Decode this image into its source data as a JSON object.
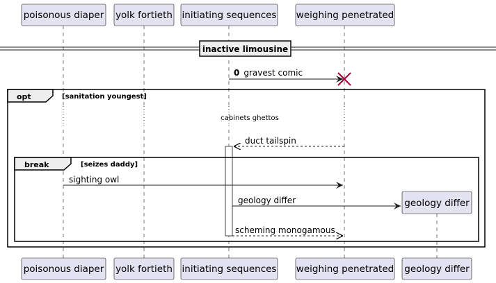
{
  "participants": [
    {
      "id": "p1",
      "name": "poisonous diaper"
    },
    {
      "id": "p2",
      "name": "yolk fortieth"
    },
    {
      "id": "p3",
      "name": "initiating sequences"
    },
    {
      "id": "p4",
      "name": "weighing penetrated"
    },
    {
      "id": "p5",
      "name": "geology differ"
    }
  ],
  "divider": {
    "label": "inactive limousine"
  },
  "messages": [
    {
      "number": "0",
      "label": "gravest comic",
      "from": "p3",
      "to": "p4",
      "style": "solid",
      "destroy_target": true
    },
    {
      "label": "duct tailspin",
      "from": "p4",
      "to": "p3",
      "style": "dashed"
    },
    {
      "label": "sighting owl",
      "from": "p1",
      "to": "p4",
      "style": "solid"
    },
    {
      "label": "geology differ",
      "from": "p3",
      "to": "p5",
      "style": "solid",
      "creates_target": true
    },
    {
      "label": "scheming monogamous",
      "from": "p3",
      "to": "p4",
      "style": "dashed"
    }
  ],
  "fragments": {
    "opt": {
      "keyword": "opt",
      "guard": "[sanitation youngest]"
    },
    "break": {
      "keyword": "break",
      "guard": "[seizes daddy]"
    }
  },
  "delay": {
    "label": "cabinets ghettos"
  },
  "colors": {
    "participant_fill": "#E2E2F0",
    "participant_border": "#181818",
    "lifeline": "#181818",
    "destroy": "#A80036",
    "frame_fill": "#EEEEEE"
  }
}
